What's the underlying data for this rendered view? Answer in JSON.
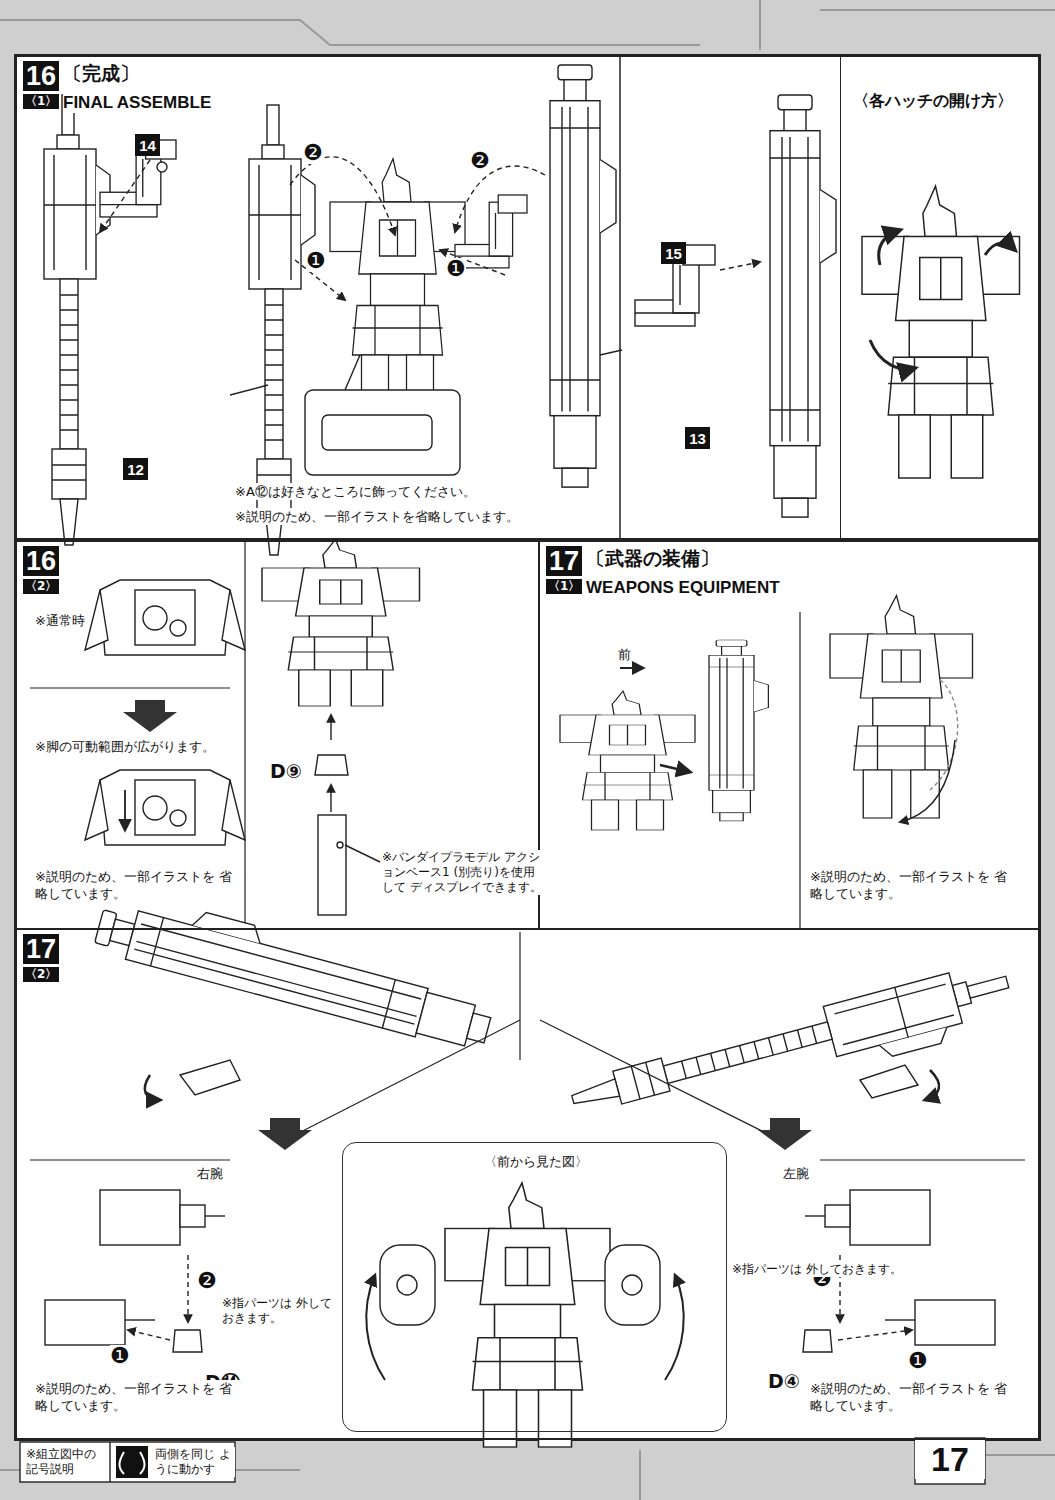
{
  "diagram": {
    "nodes": [
      {
        "text": [
          "16",
          "〔完成〕",
          "〈1〉",
          "FINAL ASSEMBLE"
        ]
      },
      {
        "text": [
          "〈各ハッチの開け方〉"
        ],
        "in": 0
      },
      {
        "text": [
          "14"
        ],
        "in": 0
      },
      {
        "text": [
          "12"
        ],
        "in": 0
      },
      {
        "text": [
          "15"
        ],
        "in": 0
      },
      {
        "text": [
          "13"
        ],
        "in": 0
      },
      {
        "text": [
          "16",
          "〈2〉"
        ]
      },
      {
        "text": [
          "17",
          "〔武器の装備〕",
          "〈1〉",
          "WEAPONS EQUIPMENT"
        ]
      },
      {
        "text": [
          "17",
          "〈2〉"
        ]
      },
      {
        "text": [
          "〈前から見た図〉"
        ],
        "in": 8
      }
    ],
    "labels": [
      "※A⑫は好きなところに飾ってください。",
      "※説明のため、一部イラストを省略しています。",
      "❷",
      "❷",
      "❶",
      "❶",
      "※通常時",
      "※脚の可動範囲が広がります。",
      "※説明のため、一部イラストを 省略しています。",
      "D⑨",
      "※バンダイプラモデル アクションベース1 (別売り)を使用して ディスプレイできます。",
      "前",
      "※説明のため、一部イラストを 省略しています。",
      "右腕",
      "❷",
      "※指パーツは 外しておきます。",
      "❶",
      "D⑭",
      "※説明のため、一部イラストを 省略しています。",
      "左腕",
      "❷",
      "※指パーツは 外しておきます。",
      "D④",
      "❶",
      "※説明のため、一部イラストを 省略しています。",
      "※組立図中の 記号説明",
      "両側を同じ ように動かす",
      "17"
    ]
  }
}
